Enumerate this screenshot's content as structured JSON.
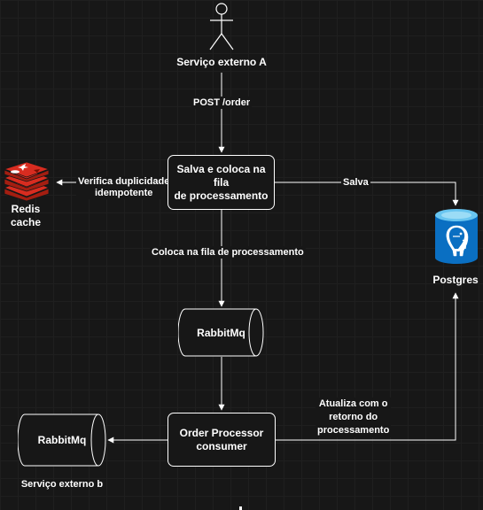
{
  "actor": {
    "label": "Serviço externo A"
  },
  "edges": {
    "post_order": "POST /order",
    "verify_line1": "Verifica duplicidade",
    "verify_line2": "idempotente",
    "save": "Salva",
    "enqueue": "Coloca na fila de processamento",
    "update_line1": "Atualiza com o",
    "update_line2": "retorno do",
    "update_line3": "processamento"
  },
  "nodes": {
    "save_enqueue_line1": "Salva e coloca na fila",
    "save_enqueue_line2": "de processamento",
    "rabbitmq_main": "RabbitMq",
    "order_processor_line1": "Order Processor",
    "order_processor_line2": "consumer",
    "rabbitmq_external": "RabbitMq",
    "external_b": "Serviço externo b",
    "redis_line1": "Redis",
    "redis_line2": "cache",
    "postgres": "Postgres"
  },
  "colors": {
    "background": "#171717",
    "line": "#ffffff",
    "redis_red": "#d82c20",
    "postgres_blue": "#0a6fc2",
    "postgres_light": "#68c5f0"
  },
  "icons": [
    "stick-figure-icon",
    "redis-icon",
    "postgres-icon"
  ]
}
